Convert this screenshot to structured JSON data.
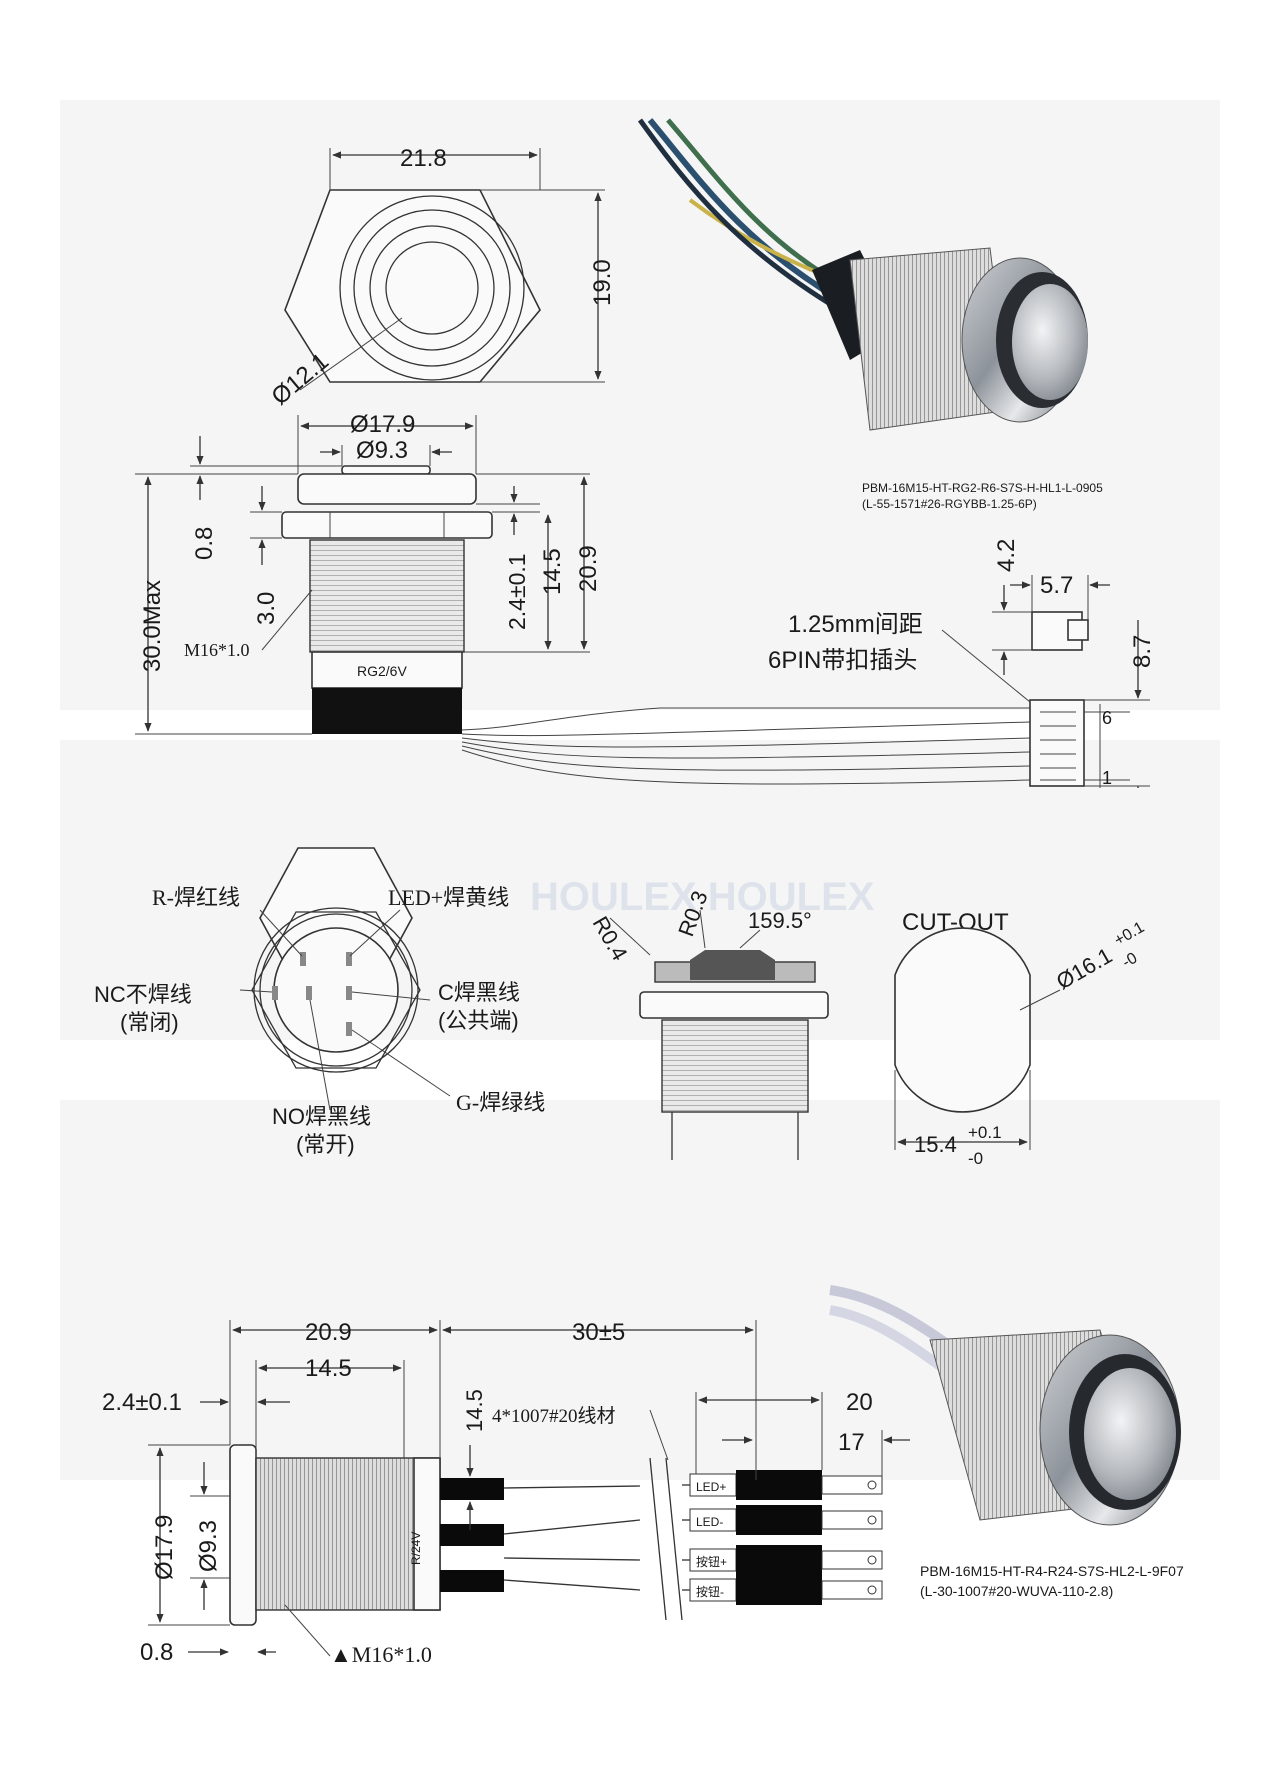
{
  "watermark": "HOULEX HOULEX",
  "top_drawing": {
    "dim_width": "21.8",
    "dim_height": "19.0",
    "dim_ring": "Ø12.1",
    "dim_flange": "Ø17.9",
    "dim_button": "Ø9.3",
    "dim_flange_thk": "0.8",
    "dim_nut": "3.0",
    "dim_thread": "M16*1.0",
    "dim_total": "30.0Max",
    "dim_head": "2.4±0.1",
    "dim_thread_len": "14.5",
    "dim_body": "20.9",
    "label_band": "RG2/6V",
    "connector_text_1": "1.25mm间距",
    "connector_text_2": "6PIN带扣插头",
    "conn_h": "4.2",
    "conn_w": "5.7",
    "conn_len": "8.7",
    "pin_first": "1",
    "pin_last": "6",
    "photo_caption_1": "PBM-16M15-HT-RG2-R6-S7S-H-HL1-L-0905",
    "photo_caption_2": "(L-55-1571#26-RGYBB-1.25-6P)"
  },
  "middle_drawing": {
    "pin_r": "R-焊红线",
    "pin_led": "LED+焊黄线",
    "pin_nc_1": "NC不焊线",
    "pin_nc_2": "(常闭)",
    "pin_c_1": "C焊黑线",
    "pin_c_2": "(公共端)",
    "pin_g": "G-焊绿线",
    "pin_no_1": "NO焊黑线",
    "pin_no_2": "(常开)",
    "r_outer": "R0.4",
    "r_inner": "R0.3",
    "angle": "159.5°",
    "cutout_title": "CUT-OUT",
    "cutout_dia": "Ø16.1",
    "cutout_dia_tol_top": "+0.1",
    "cutout_dia_tol_bot": "-0",
    "cutout_flat": "15.4",
    "cutout_flat_tol_top": "+0.1",
    "cutout_flat_tol_bot": "-0"
  },
  "bottom_drawing": {
    "dim_body": "20.9",
    "dim_wire": "30±5",
    "dim_thread": "14.5",
    "dim_head": "2.4±0.1",
    "dim_term_h": "14.5",
    "wire_spec": "4*1007#20线材",
    "dim_20": "20",
    "dim_17": "17",
    "dim_dia179": "Ø17.9",
    "dim_dia93": "Ø9.3",
    "dim_08": "0.8",
    "thread": "▲M16*1.0",
    "side_label": "R/24V",
    "wires": [
      "LED+",
      "LED-",
      "按钮+",
      "按钮-"
    ],
    "photo_caption_1": "PBM-16M15-HT-R4-R24-S7S-HL2-L-9F07",
    "photo_caption_2": "(L-30-1007#20-WUVA-110-2.8)"
  }
}
